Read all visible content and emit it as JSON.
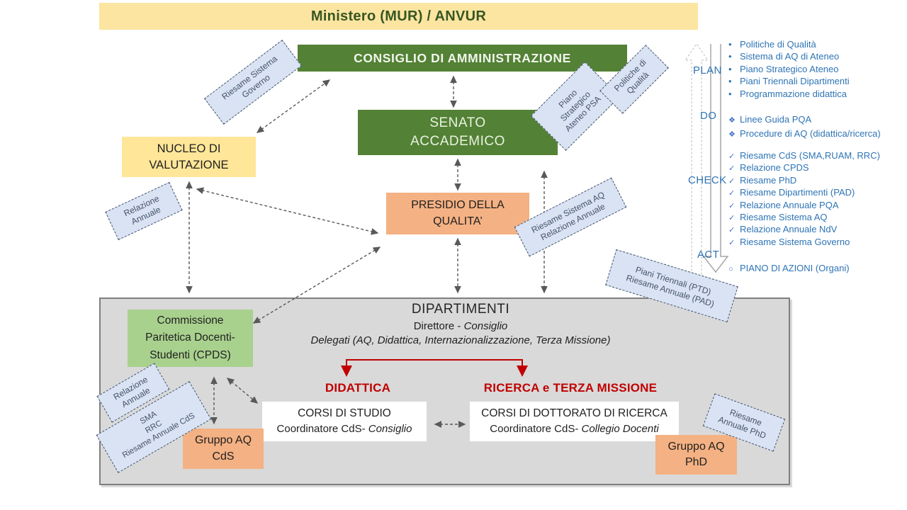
{
  "banner": {
    "title": "Ministero (MUR) / ANVUR"
  },
  "org": {
    "consiglio": "CONSIGLIO DI AMMINISTRAZIONE",
    "senato": {
      "line1": "SENATO",
      "line2": "ACCADEMICO"
    },
    "nucleo": {
      "line1": "NUCLEO DI",
      "line2": "VALUTAZIONE"
    },
    "presidio": {
      "line1": "PRESIDIO DELLA",
      "line2": "QUALITA’"
    },
    "cpds": {
      "line1": "Commissione",
      "line2": "Paritetica Docenti-",
      "line3": "Studenti (CPDS)"
    }
  },
  "dipartimenti": {
    "title": "DIPARTIMENTI",
    "direttore_prefix": "Direttore - ",
    "direttore_italic": "Consiglio",
    "delegati": "Delegati (AQ, Didattica, Internazionalizzazione, Terza Missione)",
    "didattica": "DIDATTICA",
    "ricerca": "RICERCA  e TERZA MISSIONE",
    "corsi_studio": {
      "title": "CORSI DI STUDIO",
      "sub_prefix": "Coordinatore CdS- ",
      "sub_italic": "Consiglio"
    },
    "corsi_dottorato": {
      "title": "CORSI DI DOTTORATO DI RICERCA",
      "sub_prefix": "Coordinatore CdS- ",
      "sub_italic": "Collegio Docenti"
    },
    "gruppo_cds": {
      "line1": "Gruppo AQ",
      "line2": "CdS"
    },
    "gruppo_phd": {
      "line1": "Gruppo AQ",
      "line2": "PhD"
    }
  },
  "labels": {
    "riesame_sistema_governo": {
      "line1": "Riesame Sistema",
      "line2": "Governo"
    },
    "piano_strategico": {
      "line1": "Piano",
      "line2": "Strategico",
      "line3": "Ateneo PSA"
    },
    "politiche_qualita": {
      "line1": "Politiche di",
      "line2": "Qualità"
    },
    "relazione_annuale_ndv": {
      "line1": "Relazione",
      "line2": "Annuale"
    },
    "riesame_sistema_aq": {
      "line1": "Riesame Sistema AQ",
      "line2": "Relazione Annuale"
    },
    "piani_triennali": {
      "line1": "Piani Triennali (PTD)",
      "line2": "Riesame Annuale (PAD)"
    },
    "relazione_annuale_cpds": {
      "line1": "Relazione",
      "line2": "Annuale"
    },
    "sma_rrc": {
      "line1": "SMA",
      "line2": "RRC",
      "line3": "Riesame Annuale CdS"
    },
    "riesame_annuale_phd": {
      "line1": "Riesame",
      "line2": "Annuale PhD"
    }
  },
  "pdca": {
    "plan": {
      "label": "PLAN",
      "items": [
        "Politiche di Qualità",
        "Sistema di AQ di Ateneo",
        "Piano Strategico Ateneo",
        "Piani Triennali Dipartimenti",
        "Programmazione didattica"
      ]
    },
    "do": {
      "label": "DO",
      "items": [
        "Linee Guida PQA",
        "Procedure di AQ  (didattica/ricerca)"
      ]
    },
    "check": {
      "label": "CHECK",
      "items": [
        "Riesame CdS (SMA,RUAM, RRC)",
        "Relazione CPDS",
        "Riesame PhD",
        "Riesame Dipartimenti (PAD)",
        "Relazione Annuale PQA",
        "Riesame Sistema AQ",
        "Relazione Annuale NdV",
        "Riesame Sistema Governo"
      ]
    },
    "act": {
      "label": "ACT",
      "items": [
        "PIANO DI AZIONI (Organi)"
      ]
    }
  },
  "markers": {
    "plan": "•",
    "do": "❖",
    "check": "✓",
    "act": "○"
  },
  "colors": {
    "banner_bg": "#FBE5A0",
    "dark_green": "#538135",
    "light_green": "#A9D18E",
    "yellow": "#FFE699",
    "orange": "#F4B183",
    "gray_panel": "#D9D9D9",
    "label_bg": "#DAE3F3",
    "label_text": "#44546A",
    "side_blue": "#2E74B5",
    "red": "#C00000"
  }
}
